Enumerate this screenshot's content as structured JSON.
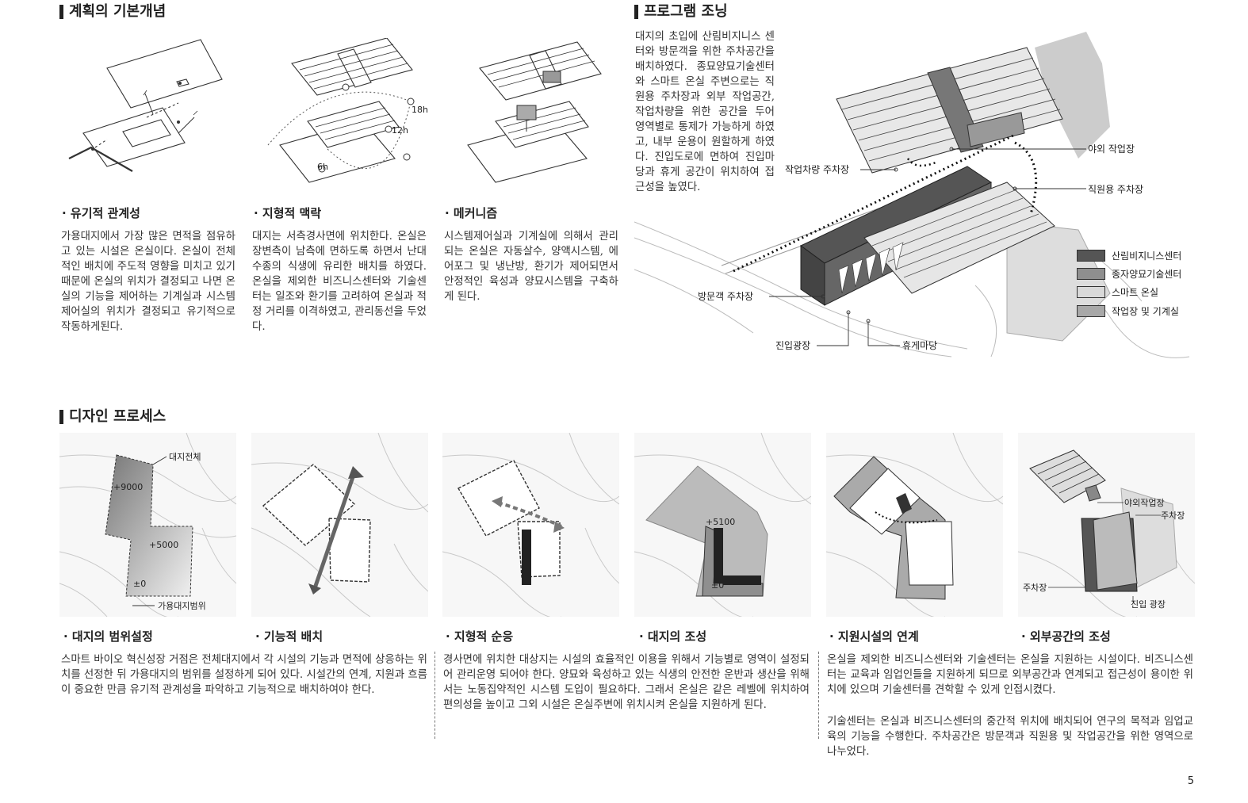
{
  "sections": {
    "concept": "계획의 기본개념",
    "program": "프로그램 조닝",
    "process": "디자인 프로세스"
  },
  "concept_items": [
    {
      "title": "· 유기적 관계성",
      "text": "가용대지에서 가장 많은 면적을 점유하고 있는 시설은 온실이다. 온실이 전체적인 배치에 주도적 영향을 미치고 있기 때문에 온실의 위치가 결정되고 나면 온실의 기능을 제어하는 기계실과 시스템제어실의 위치가 결정되고 유기적으로 작동하게된다."
    },
    {
      "title": "· 지형적 맥락",
      "text": "대지는 서측경사면에 위치한다. 온실은 장변측이 남측에 면하도록 하면서 난대수종의 식생에 유리한 배치를 하였다. 온실을 제외한 비즈니스센터와 기술센터는 일조와 환기를 고려하여 온실과 적정 거리를 이격하였고, 관리동선을 두었다."
    },
    {
      "title": "· 메커니즘",
      "text": "시스템제어실과 기계실에 의해서 관리되는 온실은 자동살수, 양액시스템, 에어포그 및 냉난방, 환기가 제어되면서 안정적인 육성과 양묘시스템을 구축하게 된다."
    }
  ],
  "concept_fig_labels": {
    "h18": "18h",
    "h12": "12h",
    "h6": "6h"
  },
  "program_text": "대지의 초입에 산림비지니스 센터와 방문객을 위한 주차공간을 배치하였다. 종묘양묘기술센터와 스마트 온실 주변으로는 직원용 주차장과 외부 작업공간, 작업차량을 위한 공간을 두어 영역별로 통제가 가능하게 하였고, 내부 운용이 원할하게 하였다. 진입도로에 면하여 진입마당과 휴게 공간이 위치하여 접근성을 높였다.",
  "program_labels": {
    "outdoor_work": "야외 작업장",
    "work_vehicle_parking": "작업차량 주차장",
    "staff_parking": "직원용 주차장",
    "visitor_parking": "방문객 주차장",
    "entry_plaza": "진입광장",
    "rest_yard": "휴게마당"
  },
  "legend": [
    {
      "label": "산림비지니스센터",
      "color": "#555555"
    },
    {
      "label": "종자양묘기술센터",
      "color": "#8f8f8f"
    },
    {
      "label": "스마트 온실",
      "color": "#d9d9d9"
    },
    {
      "label": "작업장 및 기계실",
      "color": "#a8a8a8"
    }
  ],
  "process_fig_labels": {
    "site_all": "대지전체",
    "usable_range": "가용대지범위",
    "elev_9000": "+9000",
    "elev_5000": "+5000",
    "elev_0": "±0",
    "elev_5100": "+5100",
    "elev_0b": "±0",
    "outdoor_work2": "야외작업장",
    "parking_a": "주차장",
    "parking_b": "주차장",
    "entry_plaza2": "진입 광장"
  },
  "process_titles": [
    "· 대지의 범위설정",
    "· 기능적 배치",
    "· 지형적 순응",
    "· 대지의 조성",
    "· 지원시설의 연계",
    "· 외부공간의 조성"
  ],
  "process_texts": [
    "스마트 바이오 혁신성장 거점은 전체대지에서 각 시설의 기능과 면적에 상응하는 위치를 선정한 뒤 가용대지의 범위를 설정하게 되어 있다. 시설간의 연계, 지원과 흐름이 중요한 만큼 유기적 관계성을 파악하고 기능적으로 배치하여야 한다.",
    "경사면에 위치한 대상지는 시설의 효율적인 이용을 위해서 기능별로 영역이 설정되어 관리운영 되어야 한다. 양묘와 육성하고 있는 식생의 안전한 운반과 생산을 위해서는 노동집약적인 시스템 도입이 필요하다. 그래서 온실은 같은 레벨에 위치하여 편의성을 높이고 그외 시설은 온실주변에 위치시켜 온실을 지원하게 된다.",
    "온실을 제외한 비즈니스센터와 기술센터는 온실을 지원하는 시설이다. 비즈니스센터는 교육과 임업인들을 지원하게 되므로 외부공간과 연계되고 접근성이 용이한 위치에 있으며 기술센터를 견학할 수 있게 인접시켰다.",
    "기술센터는 온실과 비즈니스센터의 중간적 위치에 배치되어 연구의 목적과 임업교육의 기능을 수행한다. 주차공간은 방문객과 직원용 및 작업공간을 위한 영역으로 나누었다."
  ],
  "page_number": "5"
}
